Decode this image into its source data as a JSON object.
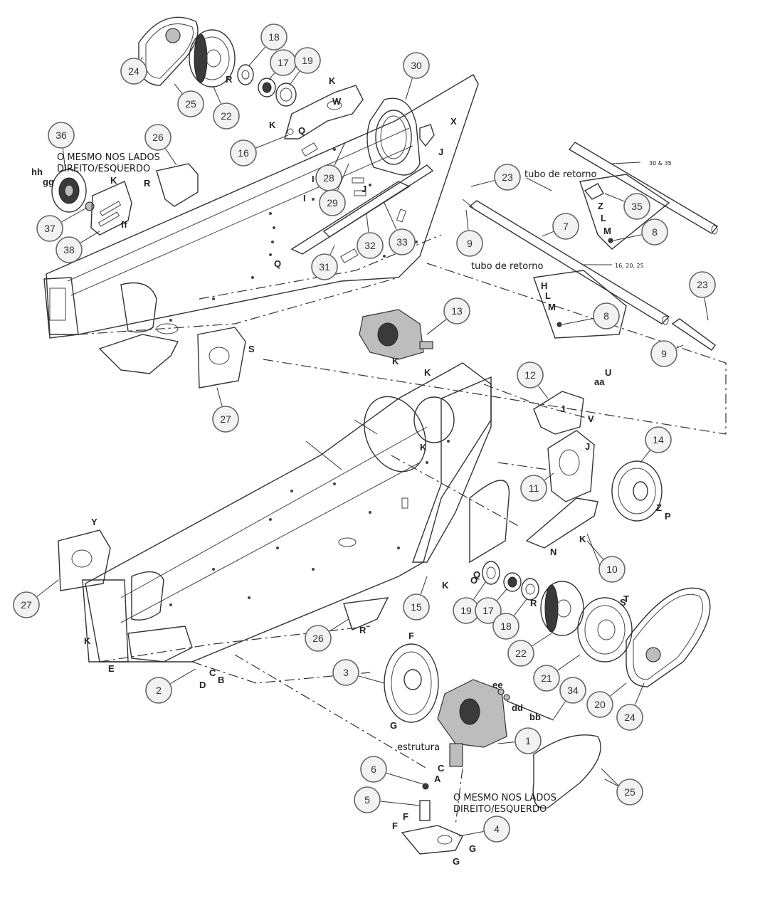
{
  "diagram": {
    "notes": {
      "same_both_sides_top": [
        "O MESMO NOS LADOS",
        "DIREITO/ESQUERDO"
      ],
      "return_tube_1": "tubo de retorno",
      "return_tube_2": "tubo de retorno",
      "frame_label": "estrutura",
      "same_both_sides_bottom": [
        "O MESMO NOS LADOS",
        "DIREITO/ESQUERDO"
      ],
      "dim_a": "30 & 35",
      "dim_b": "16, 20, 25"
    },
    "callouts": [
      {
        "id": "c24a",
        "text": "24"
      },
      {
        "id": "c25a",
        "text": "25"
      },
      {
        "id": "c22a",
        "text": "22"
      },
      {
        "id": "c18a",
        "text": "18"
      },
      {
        "id": "c17a",
        "text": "17"
      },
      {
        "id": "c19a",
        "text": "19"
      },
      {
        "id": "c30",
        "text": "30"
      },
      {
        "id": "c16",
        "text": "16"
      },
      {
        "id": "c36",
        "text": "36"
      },
      {
        "id": "c26a",
        "text": "26"
      },
      {
        "id": "c37",
        "text": "37"
      },
      {
        "id": "c38",
        "text": "38"
      },
      {
        "id": "c28",
        "text": "28"
      },
      {
        "id": "c29",
        "text": "29"
      },
      {
        "id": "c31",
        "text": "31"
      },
      {
        "id": "c32",
        "text": "32"
      },
      {
        "id": "c33",
        "text": "33"
      },
      {
        "id": "c23a",
        "text": "23"
      },
      {
        "id": "c9a",
        "text": "9"
      },
      {
        "id": "c7",
        "text": "7"
      },
      {
        "id": "c35",
        "text": "35"
      },
      {
        "id": "c8a",
        "text": "8"
      },
      {
        "id": "c8b",
        "text": "8"
      },
      {
        "id": "c23b",
        "text": "23"
      },
      {
        "id": "c9b",
        "text": "9"
      },
      {
        "id": "c13",
        "text": "13"
      },
      {
        "id": "c27a",
        "text": "27"
      },
      {
        "id": "c12",
        "text": "12"
      },
      {
        "id": "c14",
        "text": "14"
      },
      {
        "id": "c11",
        "text": "11"
      },
      {
        "id": "c10",
        "text": "10"
      },
      {
        "id": "c27b",
        "text": "27"
      },
      {
        "id": "c15",
        "text": "15"
      },
      {
        "id": "c19b",
        "text": "19"
      },
      {
        "id": "c17b",
        "text": "17"
      },
      {
        "id": "c18b",
        "text": "18"
      },
      {
        "id": "c22b",
        "text": "22"
      },
      {
        "id": "c21",
        "text": "21"
      },
      {
        "id": "c20",
        "text": "20"
      },
      {
        "id": "c24b",
        "text": "24"
      },
      {
        "id": "c26b",
        "text": "26"
      },
      {
        "id": "c2",
        "text": "2"
      },
      {
        "id": "c3",
        "text": "3"
      },
      {
        "id": "c34",
        "text": "34"
      },
      {
        "id": "c1",
        "text": "1"
      },
      {
        "id": "c6",
        "text": "6"
      },
      {
        "id": "c5",
        "text": "5"
      },
      {
        "id": "c4",
        "text": "4"
      },
      {
        "id": "c25b",
        "text": "25"
      }
    ],
    "letters": [
      "R",
      "K",
      "W",
      "Q",
      "X",
      "J",
      "K",
      "R",
      "K",
      "hh",
      "gg",
      "ff",
      "I",
      "I",
      "Q",
      "Z",
      "L",
      "M",
      "H",
      "L",
      "M",
      "K",
      "K",
      "K",
      "aa",
      "U",
      "J",
      "V",
      "J",
      "K",
      "Z",
      "P",
      "K",
      "N",
      "Y",
      "S",
      "Q",
      "R",
      "K",
      "S",
      "T",
      "R",
      "E",
      "D",
      "C",
      "B",
      "F",
      "G",
      "ee",
      "dd",
      "bb",
      "C",
      "A",
      "F",
      "F",
      "G",
      "G",
      "J",
      "O"
    ]
  },
  "colors": {
    "line": "#333333",
    "bubble_fill": "#f2f2f2",
    "bubble_stroke": "#666666"
  }
}
